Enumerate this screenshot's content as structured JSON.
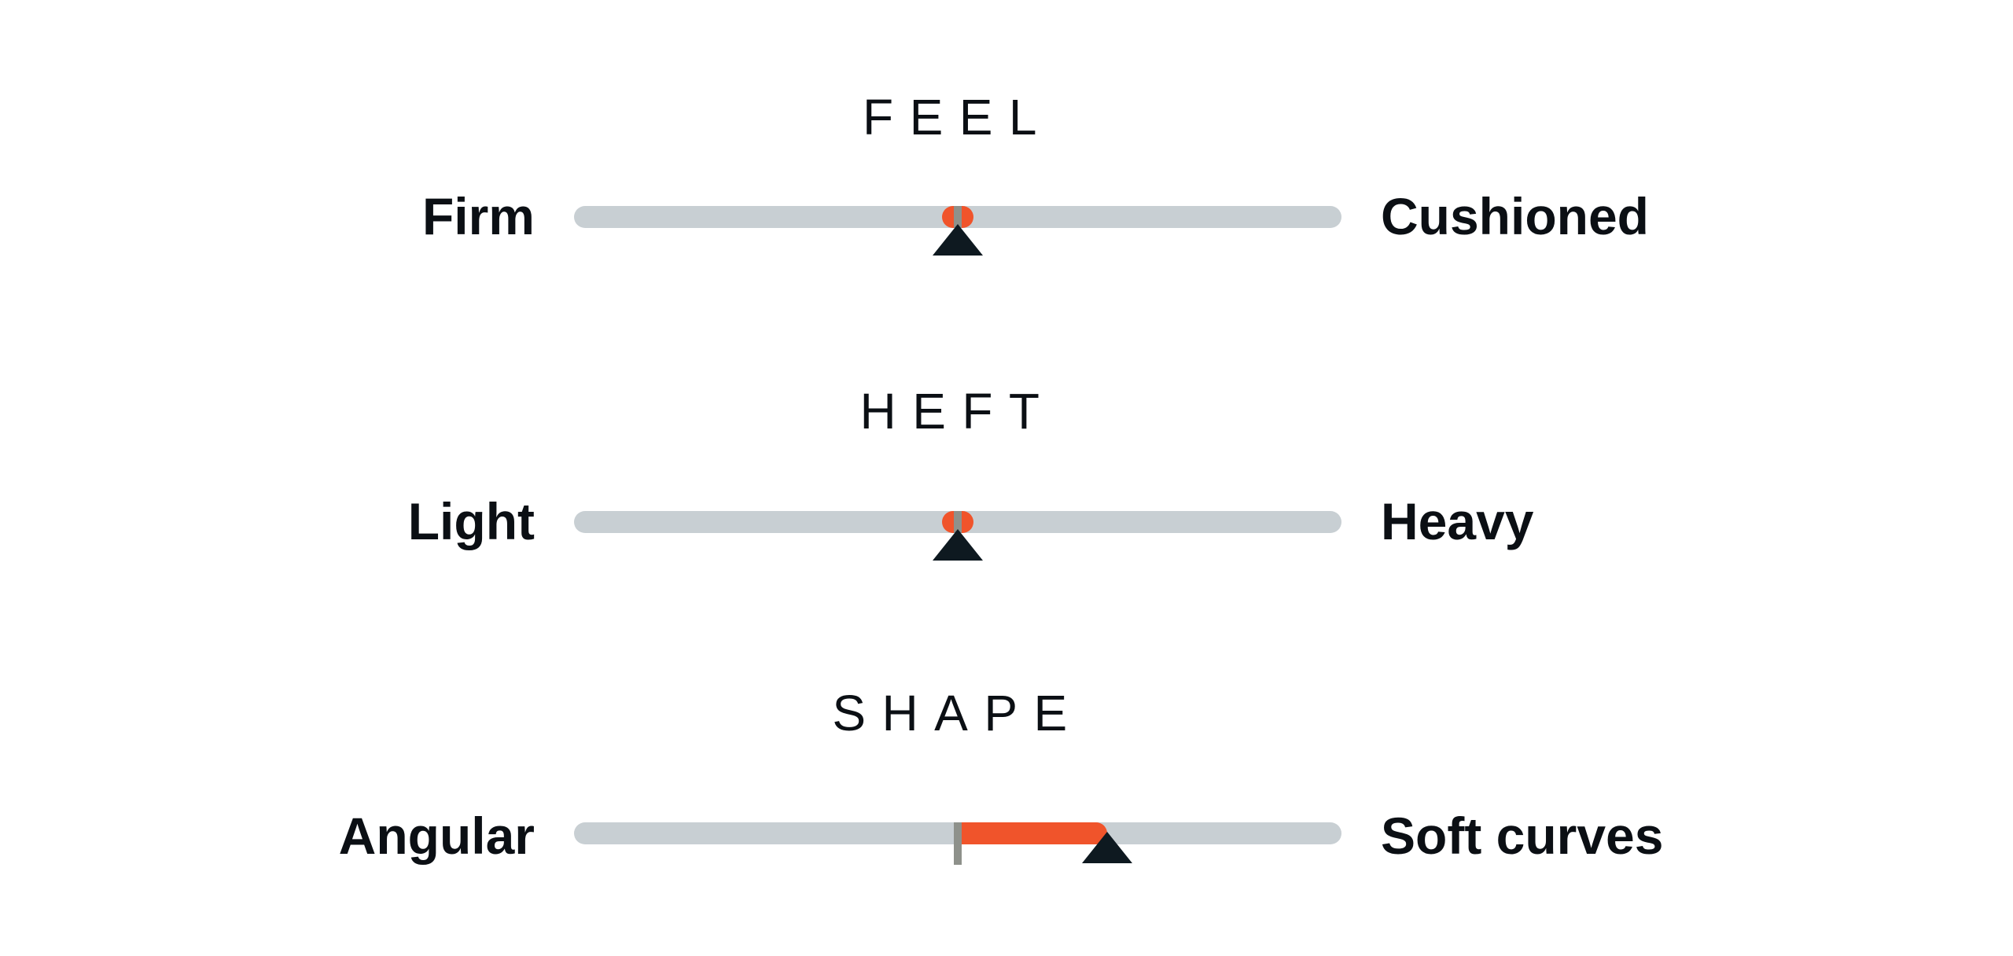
{
  "scales": [
    {
      "title": "FEEL",
      "left_label": "Firm",
      "right_label": "Cushioned",
      "value": 0.5,
      "accent_color": "#f0542b"
    },
    {
      "title": "HEFT",
      "left_label": "Light",
      "right_label": "Heavy",
      "value": 0.5,
      "accent_color": "#f0542b"
    },
    {
      "title": "SHAPE",
      "left_label": "Angular",
      "right_label": "Soft curves",
      "value": 0.695,
      "accent_color": "#f0542b"
    }
  ],
  "colors": {
    "track": "#c8cfd3",
    "pointer": "#0e1920",
    "center_tick": "#8e918b",
    "text": "#0b0f14"
  }
}
